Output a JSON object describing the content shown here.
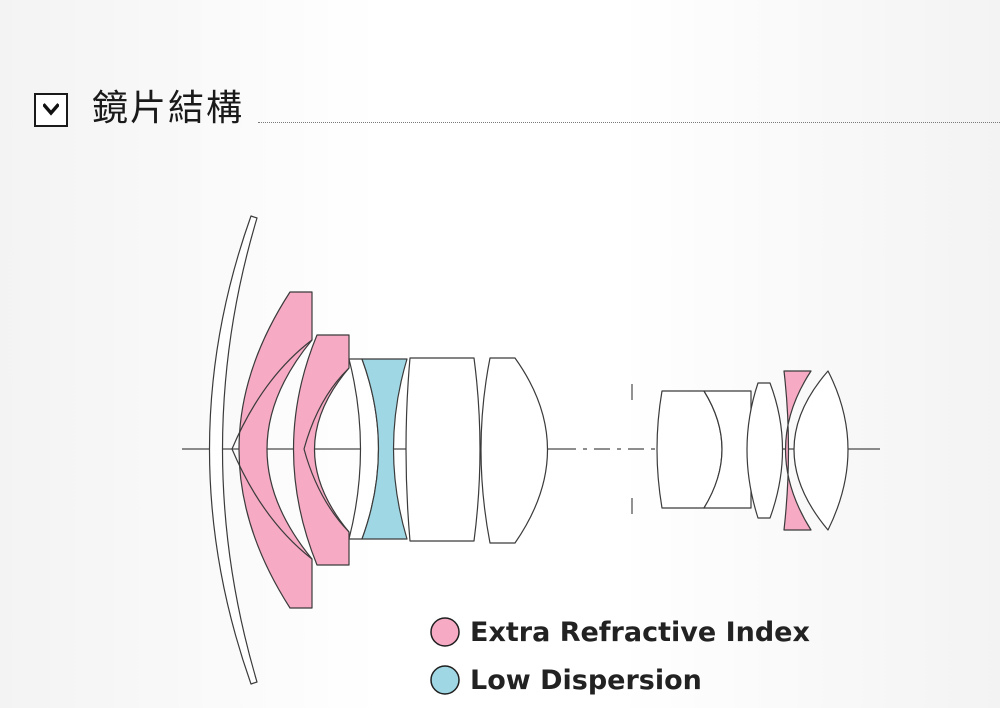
{
  "section": {
    "title": "鏡片結構",
    "toggle_icon": "chevron-down-icon"
  },
  "colors": {
    "extra_refractive_index": "#f6aac4",
    "low_dispersion": "#9fd8e4",
    "outline": "#3b3b3b",
    "axis": "#4a4a4a"
  },
  "legend": {
    "items": [
      {
        "label": "Extra Refractive Index",
        "color": "#f6aac4"
      },
      {
        "label": "Low Dispersion",
        "color": "#9fd8e4"
      }
    ]
  }
}
